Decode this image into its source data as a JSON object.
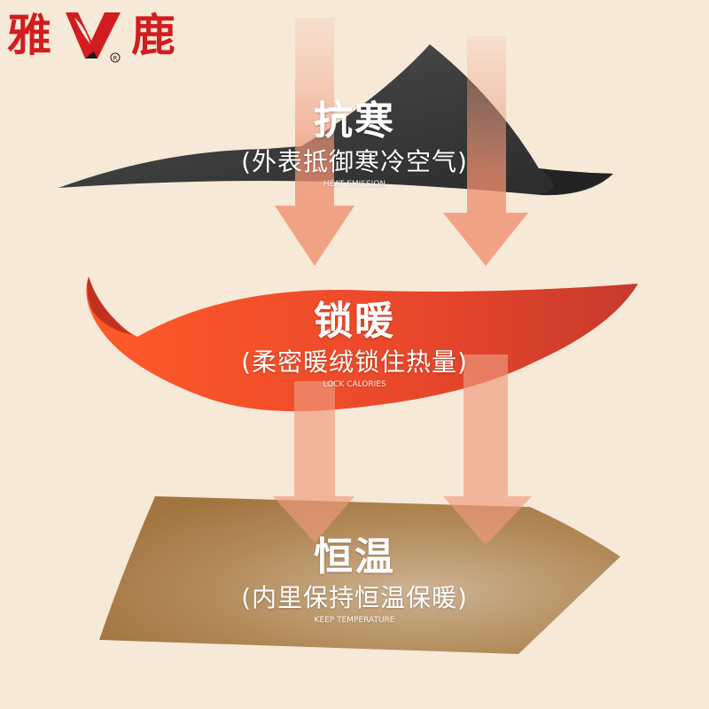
{
  "brand": {
    "left_char": "雅",
    "right_char": "鹿",
    "mark": "V",
    "registered": "®",
    "color": "#d11d1f"
  },
  "layers": [
    {
      "title": "抗寒",
      "subtitle": "(外表抵御寒冷空气)",
      "caption": "HEAT EMISSION",
      "color": "#3f3f3f"
    },
    {
      "title": "锁暖",
      "subtitle": "(柔密暖绒锁住热量)",
      "caption": "LOCK CALORIES",
      "color": "#ea4a2b"
    },
    {
      "title": "恒温",
      "subtitle": "(内里保持恒温保暖)",
      "caption": "KEEP TEMPERATURE",
      "color": "#a87c47"
    }
  ],
  "arrows": {
    "color": "#f09b80",
    "direction": "down"
  },
  "background": "#f7e9d7"
}
